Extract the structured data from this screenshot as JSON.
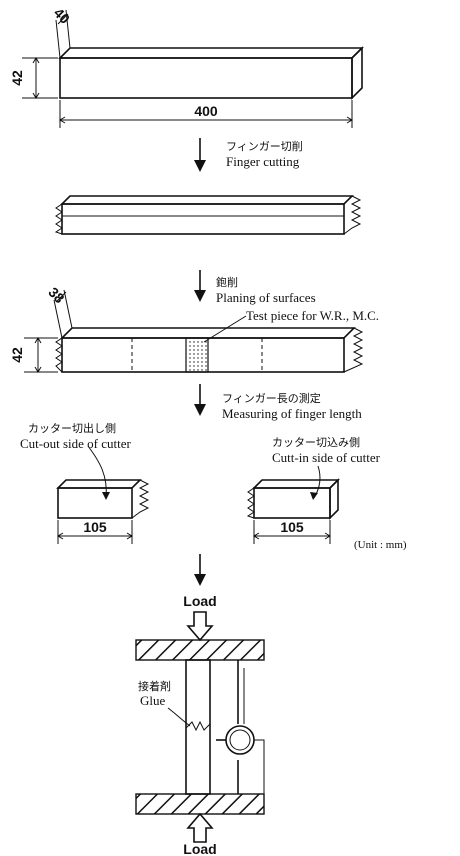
{
  "step1": {
    "width_dim": "40",
    "height_dim": "42",
    "length_dim": "400"
  },
  "step2": {
    "label_jp": "フィンガー切削",
    "label_en": "Finger cutting"
  },
  "step3": {
    "label_jp": "鉋削",
    "label_en": "Planing of surfaces",
    "width_dim": "38",
    "height_dim": "42",
    "test_piece_label": "Test piece for W.R., M.C."
  },
  "step4": {
    "label_jp": "フィンガー長の測定",
    "label_en": "Measuring of finger length",
    "left_label_jp": "カッター切出し側",
    "left_label_en": "Cut-out side of cutter",
    "right_label_jp": "カッター切込み側",
    "right_label_en": "Cutt-in side of cutter",
    "left_length_dim": "105",
    "right_length_dim": "105",
    "unit_note": "(Unit : mm)"
  },
  "step5": {
    "top_load": "Load",
    "bottom_load": "Load",
    "glue_jp": "接着剤",
    "glue_en": "Glue"
  }
}
